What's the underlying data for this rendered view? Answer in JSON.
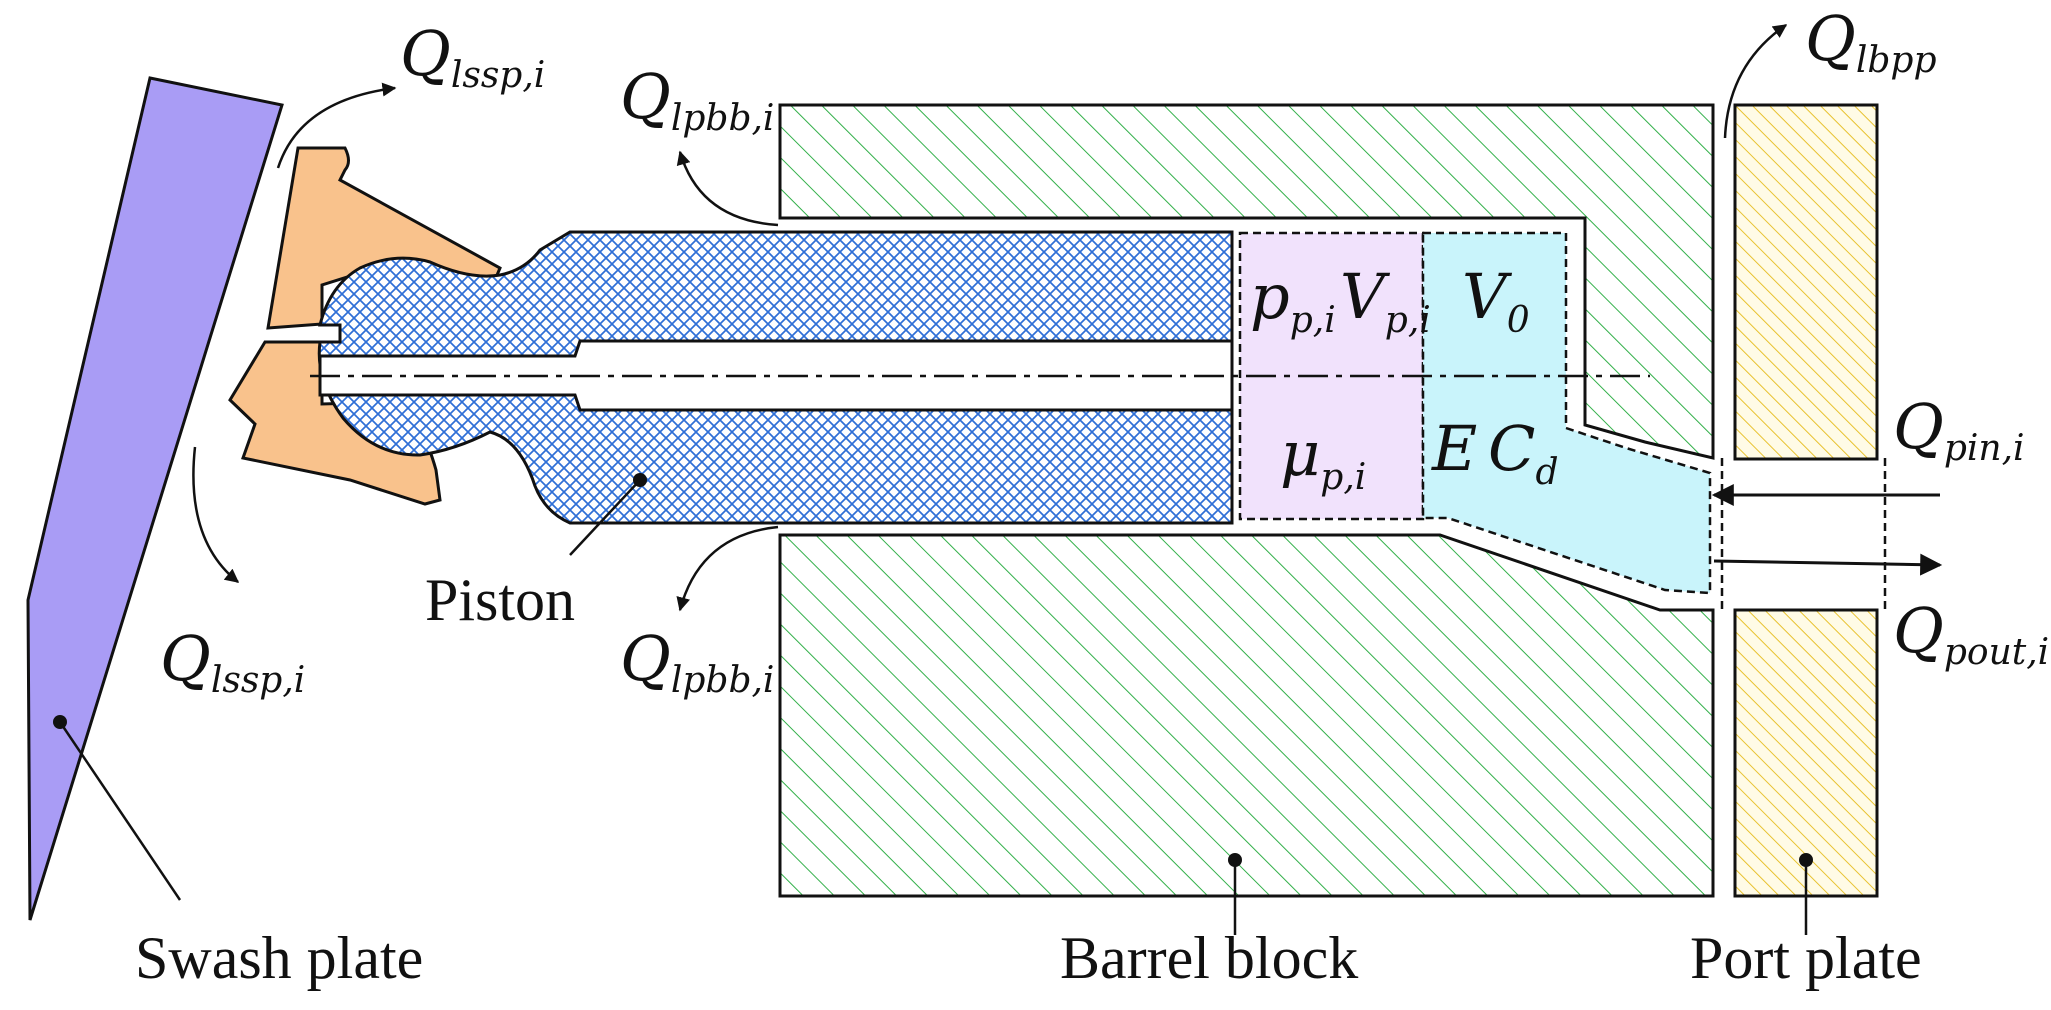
{
  "component_labels": {
    "swash_plate": "Swash plate",
    "piston": "Piston",
    "barrel_block": "Barrel block",
    "port_plate": "Port plate"
  },
  "chamber_params": {
    "pressure_base": "p",
    "pressure_sub": "p,i",
    "volume_base": "V",
    "volume_sub": "p,i",
    "dead_volume_base": "V",
    "dead_volume_sub": "0",
    "viscosity_base": "μ",
    "viscosity_sub": "p,i",
    "bulk_modulus": "E",
    "discharge_coef_base": "C",
    "discharge_coef_sub": "d"
  },
  "flows": {
    "lssp_top": {
      "base": "Q",
      "sub": "lssp,i"
    },
    "lssp_bottom": {
      "base": "Q",
      "sub": "lssp,i"
    },
    "lpbb_top": {
      "base": "Q",
      "sub": "lpbb,i"
    },
    "lpbb_bottom": {
      "base": "Q",
      "sub": "lpbb,i"
    },
    "lbpp": {
      "base": "Q",
      "sub": "lbpp"
    },
    "pin": {
      "base": "Q",
      "sub": "pin,i"
    },
    "pout": {
      "base": "Q",
      "sub": "pout,i"
    }
  },
  "colors": {
    "swash_plate": "#a99cf5",
    "slipper": "#f9c28c",
    "piston": "#3c78d8",
    "barrel_hatch": "#33b04a",
    "port_hatch": "#e8c230",
    "chamber_pink": "#f1e2fc",
    "chamber_cyan": "#c9f4fb"
  }
}
